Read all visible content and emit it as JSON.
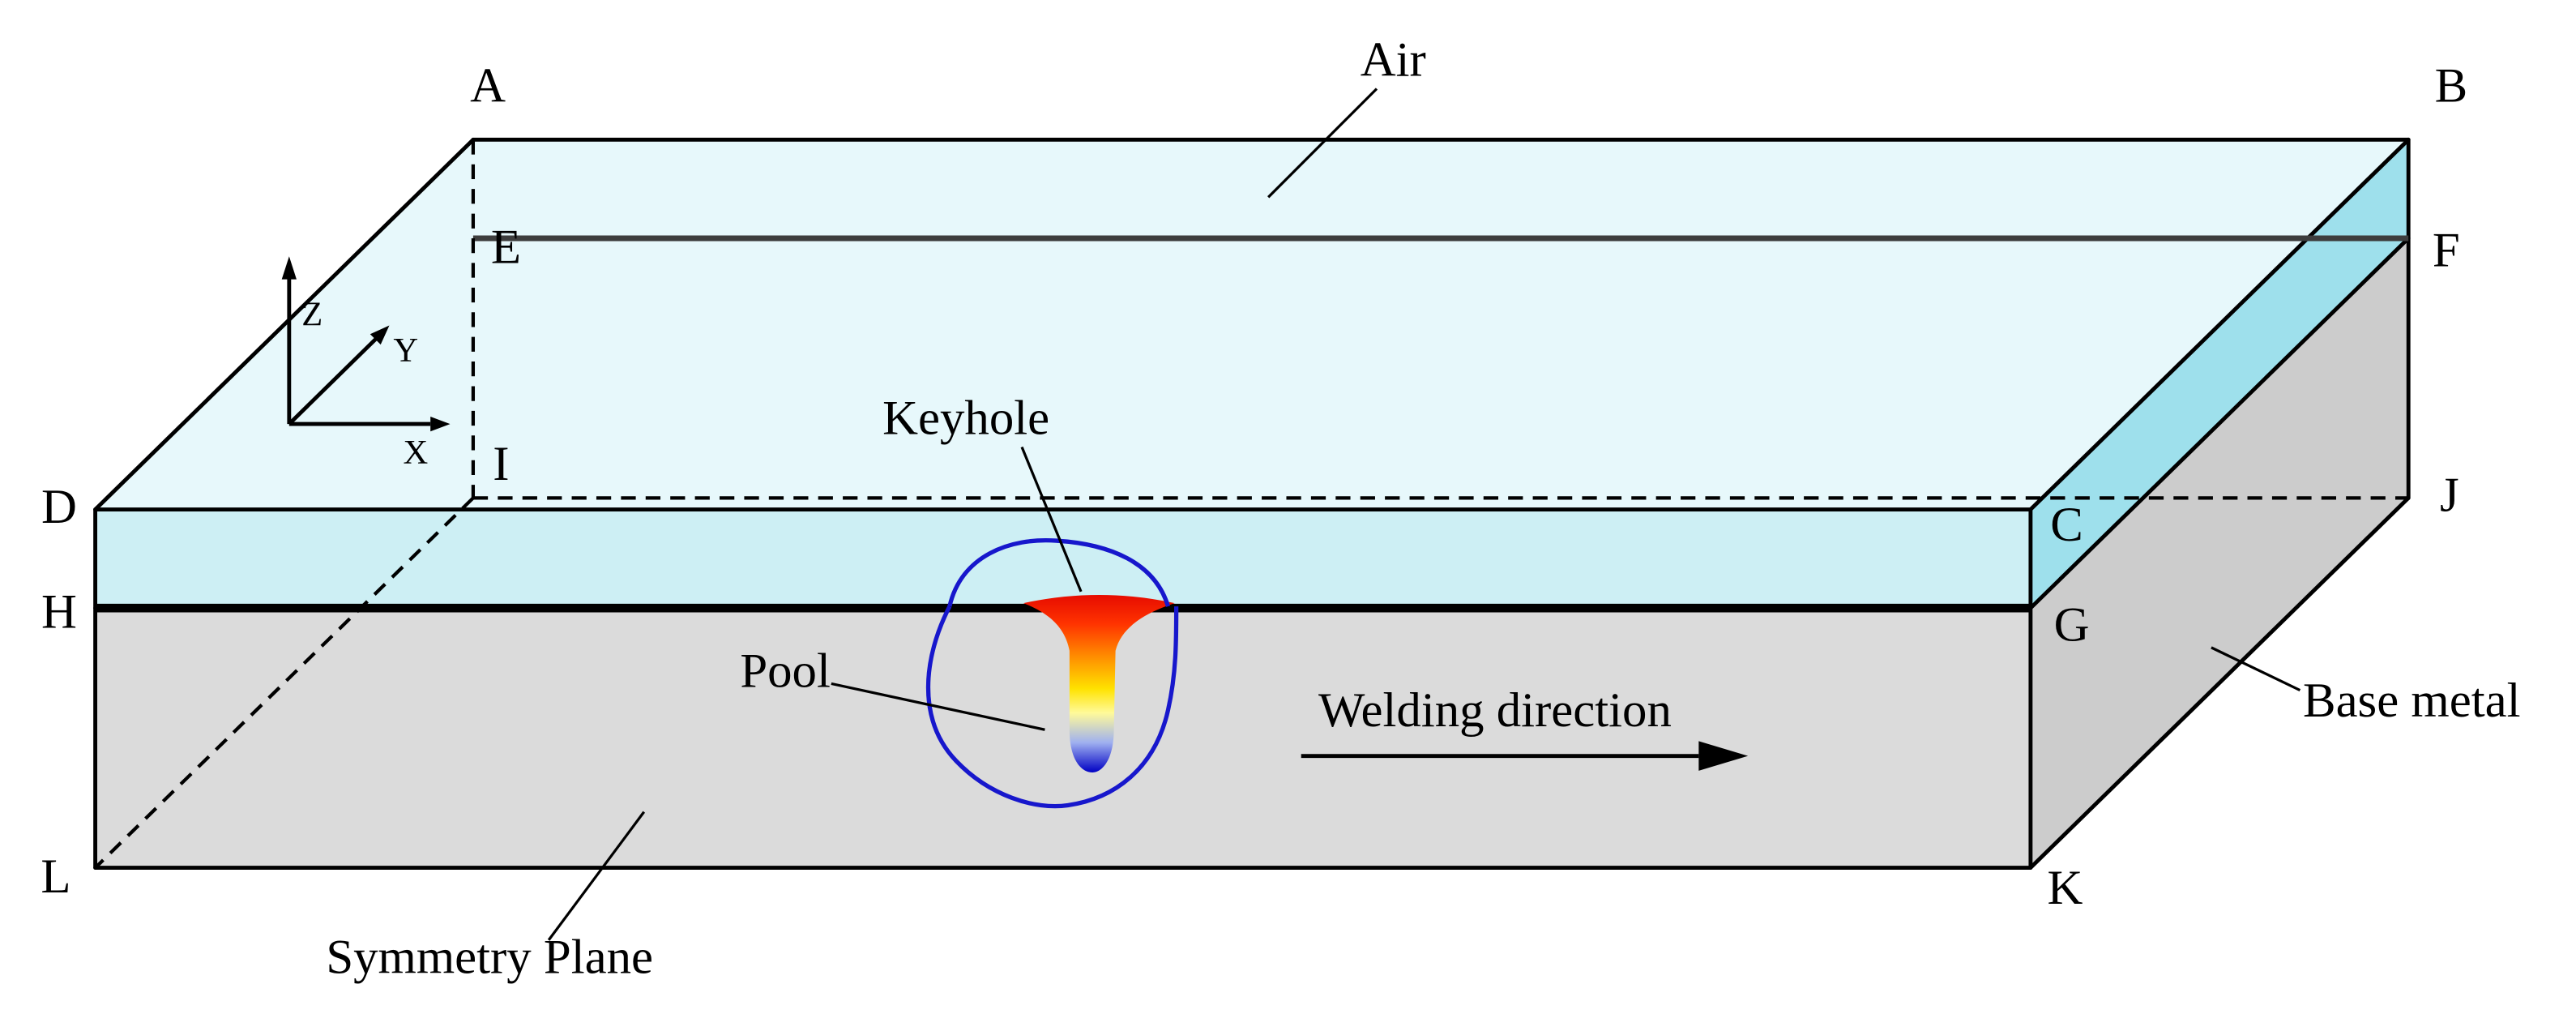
{
  "scene": {
    "corner_labels": {
      "a": "A",
      "b": "B",
      "c": "C",
      "d": "D",
      "e": "E",
      "f": "F",
      "g": "G",
      "h": "H",
      "i": "I",
      "j": "J",
      "k": "K",
      "l": "L"
    },
    "annotations": {
      "air": "Air",
      "keyhole": "Keyhole",
      "pool": "Pool",
      "welding_direction": "Welding direction",
      "base_metal": "Base metal",
      "symmetry_plane": "Symmetry Plane"
    },
    "axes": {
      "x": "X",
      "y": "Y",
      "z": "Z"
    },
    "colors": {
      "air_top": "#E7F8FB",
      "air_front": "#CDEFF4",
      "air_side": "#9EE0EC",
      "metal_front": "#DBDBDB",
      "metal_side": "#CCCCCC",
      "pool_outline": "#1717CC",
      "back_edge": "#3D3D3D",
      "edge": "#000000"
    },
    "keyhole_gradient": [
      "#DF0000",
      "#FF3300",
      "#FF9900",
      "#FFE200",
      "#FFFA9A",
      "#9FB0F0",
      "#0000C4"
    ]
  }
}
